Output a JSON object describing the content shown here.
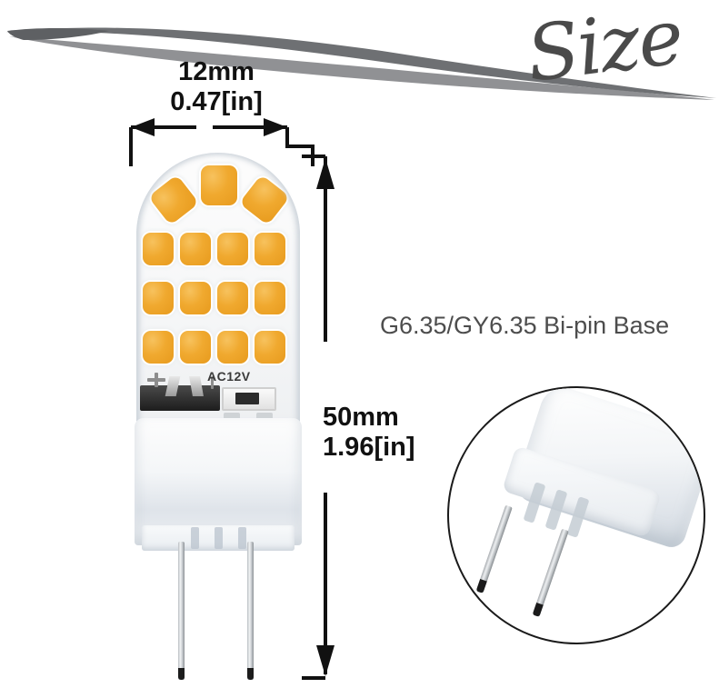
{
  "header": {
    "script_word": "Size",
    "swoosh_color": "#6e7073"
  },
  "dimensions": {
    "width_mm": "12mm",
    "width_in": "0.47[in]",
    "height_mm": "50mm",
    "height_in": "1.96[in]"
  },
  "callout": {
    "base_label": "G6.35/GY6.35 Bi-pin Base"
  },
  "bulb": {
    "voltage_label": "AC12V",
    "chip_color": "#f0a92f",
    "body_color": "#f4f6f8",
    "pin_color": "#c6cacd",
    "led_rows": [
      {
        "count": 3,
        "style": "arch"
      },
      {
        "count": 4,
        "style": "grid"
      },
      {
        "count": 4,
        "style": "grid"
      },
      {
        "count": 4,
        "style": "grid"
      }
    ],
    "total_leds": 15
  },
  "colors": {
    "line": "#111111",
    "caption": "#4d4d4d",
    "background": "#ffffff"
  }
}
